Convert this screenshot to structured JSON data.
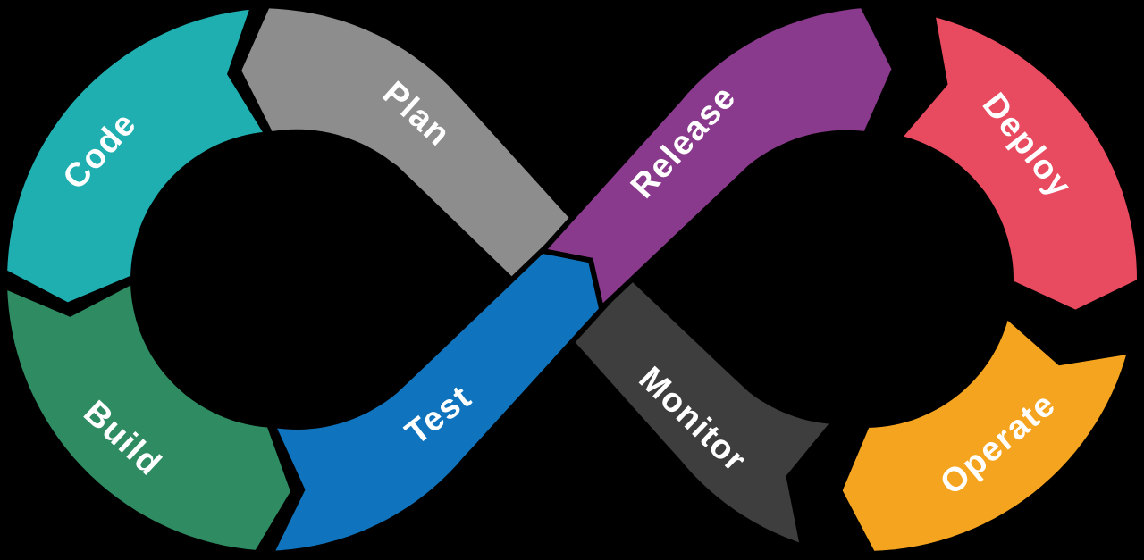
{
  "diagram": {
    "type": "devops-infinity-loop",
    "background_color": "#000000",
    "label_color": "#ffffff",
    "flow_order": [
      "Plan",
      "Code",
      "Build",
      "Test",
      "Release",
      "Deploy",
      "Operate",
      "Monitor"
    ]
  },
  "segments": [
    {
      "id": "plan",
      "label": "Plan",
      "color": "#8d8d8d",
      "loop": "left",
      "next": "code"
    },
    {
      "id": "code",
      "label": "Code",
      "color": "#1fafb0",
      "loop": "left",
      "next": "build"
    },
    {
      "id": "build",
      "label": "Build",
      "color": "#2e8b62",
      "loop": "left",
      "next": "test"
    },
    {
      "id": "test",
      "label": "Test",
      "color": "#0f74bd",
      "loop": "left",
      "next": "release"
    },
    {
      "id": "release",
      "label": "Release",
      "color": "#8a3a8d",
      "loop": "right",
      "next": "deploy"
    },
    {
      "id": "deploy",
      "label": "Deploy",
      "color": "#e84a5f",
      "loop": "right",
      "next": "operate"
    },
    {
      "id": "operate",
      "label": "Operate",
      "color": "#f5a41f",
      "loop": "right",
      "next": "monitor"
    },
    {
      "id": "monitor",
      "label": "Monitor",
      "color": "#3e3e3e",
      "loop": "right",
      "next": "plan"
    }
  ]
}
